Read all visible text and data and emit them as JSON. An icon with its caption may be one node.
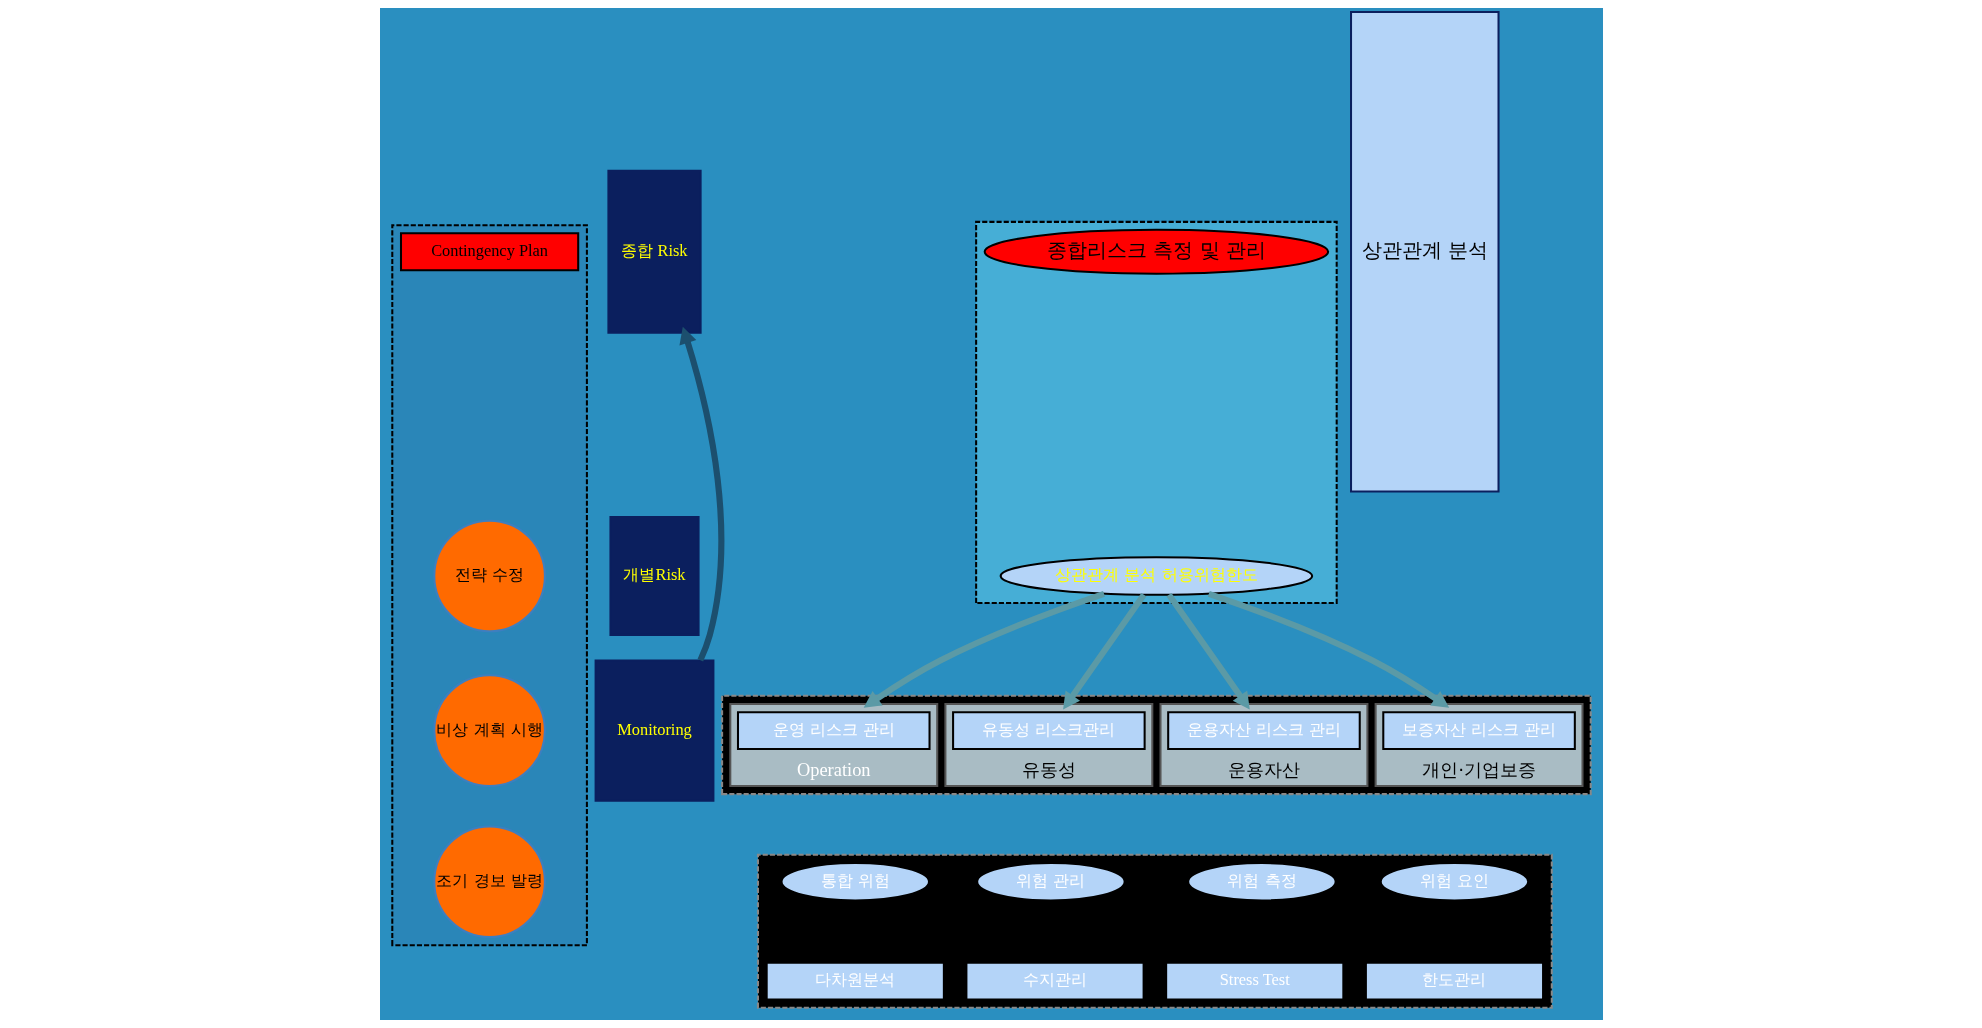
{
  "diagram": {
    "nodes": [
      {
        "text": [],
        "shape": "box"
      },
      {
        "text": [
          "Contingency Plan"
        ],
        "in": 0
      },
      {
        "text": [
          "전략 수정"
        ],
        "in": 0
      },
      {
        "text": [
          "비상 계획 시행"
        ],
        "in": 0
      },
      {
        "text": [
          "조기 경보 발령"
        ],
        "in": 0
      },
      {
        "text": [
          "종합 Risk"
        ]
      },
      {
        "text": [
          "개별Risk"
        ]
      },
      {
        "text": [
          "Monitoring"
        ]
      },
      {
        "text": [],
        "shape": "box"
      },
      {
        "text": [
          "종합리스크 측정 및 관리"
        ],
        "in": 8
      },
      {
        "text": [
          "상관관계 분석 허용위험한도"
        ],
        "in": 8
      },
      {
        "text": [],
        "shape": "box"
      },
      {
        "text": [
          "개인·기업보증"
        ],
        "in": 11
      },
      {
        "text": [
          "보증자산 리스크 관리"
        ],
        "in": 12
      },
      {
        "text": [
          "운용자산"
        ],
        "in": 11
      },
      {
        "text": [
          "운용자산 리스크 관리"
        ],
        "in": 14
      },
      {
        "text": [
          "유동성"
        ],
        "in": 11
      },
      {
        "text": [
          "유동성 리스크관리"
        ],
        "in": 16
      },
      {
        "text": [
          "Operation"
        ],
        "in": 11
      },
      {
        "text": [
          "운영 리스크 관리"
        ],
        "in": 18
      },
      {
        "text": [],
        "shape": "box"
      },
      {
        "text": [
          "위험 요인"
        ],
        "in": 20
      },
      {
        "text": [
          "위험 측정"
        ],
        "in": 20
      },
      {
        "text": [
          "위험 관리"
        ],
        "in": 20
      },
      {
        "text": [
          "통합 위험"
        ],
        "in": 20
      },
      {
        "text": [
          "한도관리"
        ],
        "in": 20
      },
      {
        "text": [
          "Stress Test"
        ],
        "in": 20
      },
      {
        "text": [
          "수지관리"
        ],
        "in": 20
      },
      {
        "text": [
          "다차원분석"
        ],
        "in": 20
      },
      {
        "text": [
          "상관관계 분석"
        ]
      }
    ],
    "edges": [
      {
        "from": 10,
        "to": 12,
        "arrow": "to"
      },
      {
        "from": 10,
        "to": 14,
        "arrow": "to"
      },
      {
        "from": 10,
        "to": 16,
        "arrow": "to"
      },
      {
        "from": 10,
        "to": 18,
        "arrow": "to"
      },
      {
        "from": 7,
        "to": 5,
        "arrow": "to",
        "color": "#1c4f6e"
      }
    ]
  }
}
